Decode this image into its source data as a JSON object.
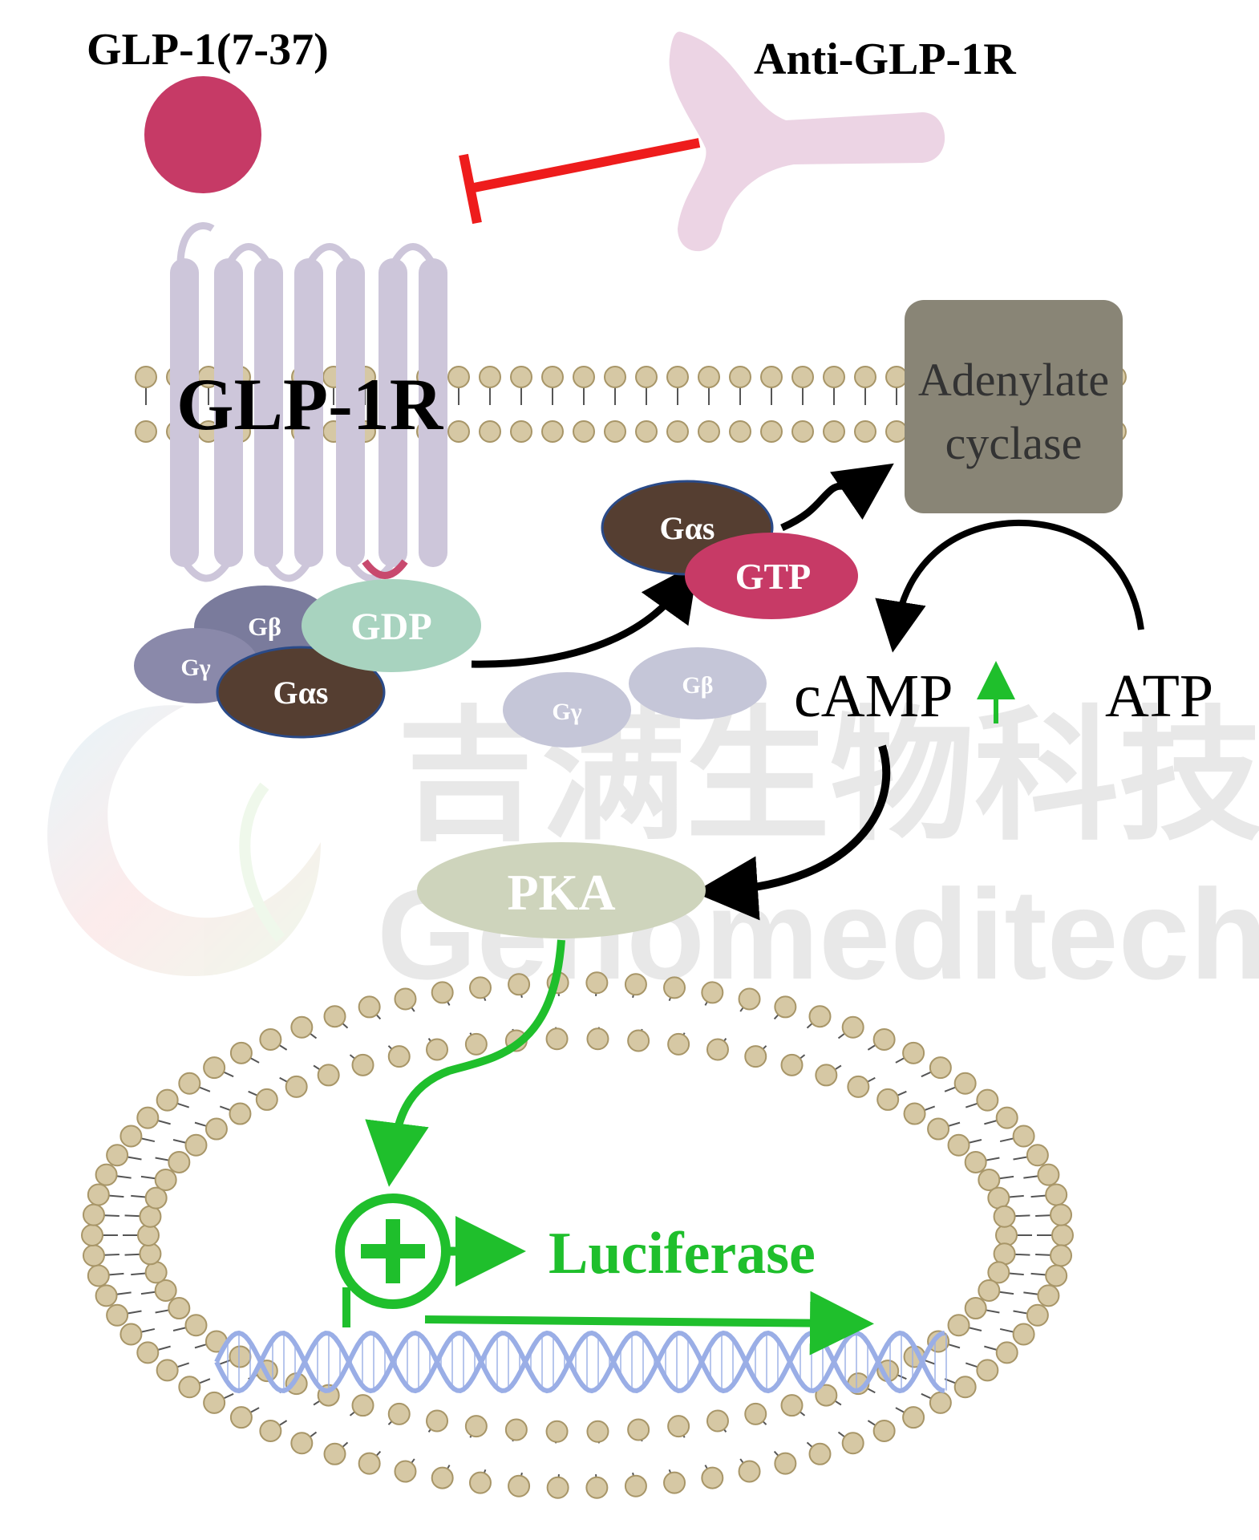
{
  "labels": {
    "ligand": "GLP-1(7-37)",
    "antibody": "Anti-GLP-1R",
    "receptor": "GLP-1R",
    "enzyme_line1": "Adenylate",
    "enzyme_line2": "cyclase",
    "gbeta_bound": "Gβ",
    "ggamma_bound": "Gγ",
    "galpha_bound": "Gαs",
    "gdp": "GDP",
    "galpha_active": "Gαs",
    "gtp": "GTP",
    "ggamma_free": "Gγ",
    "gbeta_free": "Gβ",
    "camp": "cAMP",
    "atp": "ATP",
    "pka": "PKA",
    "reporter": "Luciferase"
  },
  "watermark": {
    "cn": "吉满生物科技",
    "en": "Genomeditech"
  },
  "colors": {
    "ligand": "#c63a66",
    "antibody": "#ecd4e4",
    "inhibition": "#ee1c1c",
    "receptor": "#cdc6da",
    "lipid_head": "#d6c8a4",
    "lipid_stroke": "#a89668",
    "enzyme": "#898576",
    "galpha": "#553e31",
    "gtp": "#c73a66",
    "gdp": "#a8d3bf",
    "gbeta": "#7a7b9c",
    "ggamma": "#8a89aa",
    "free_subunit": "#c5c6d8",
    "pka": "#ced4bc",
    "signal_green": "#1fbf2c",
    "dna": "#9aaee6"
  }
}
